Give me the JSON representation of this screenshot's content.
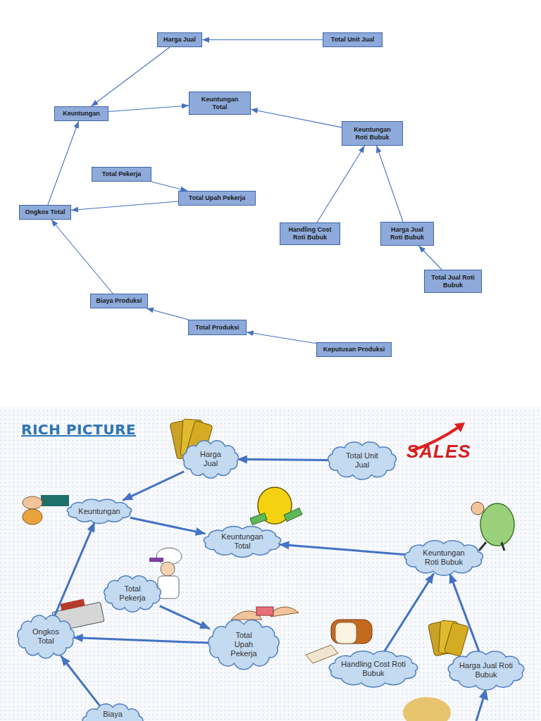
{
  "diagram": {
    "title": "RICH PICTURE",
    "nodes": [
      {
        "text": [
          "Harga Jual"
        ]
      },
      {
        "text": [
          "Total Unit Jual"
        ]
      },
      {
        "text": [
          "Keuntungan"
        ]
      },
      {
        "text": [
          "Keuntungan Total"
        ]
      },
      {
        "text": [
          "Keuntungan Roti Bubuk"
        ]
      },
      {
        "text": [
          "Total Pekerja"
        ]
      },
      {
        "text": [
          "Total Upah Pekerja"
        ]
      },
      {
        "text": [
          "Ongkos Total"
        ]
      },
      {
        "text": [
          "Handling Cost Roti Bubuk"
        ]
      },
      {
        "text": [
          "Harga Jual Roti Bubuk"
        ]
      },
      {
        "text": [
          "Total Jual Roti Bubuk"
        ]
      },
      {
        "text": [
          "Biaya Produksi"
        ]
      },
      {
        "text": [
          "Total Produksi"
        ]
      },
      {
        "text": [
          "Keputusan Produksi"
        ]
      },
      {
        "text": [
          "Harga Jual"
        ]
      },
      {
        "text": [
          "Total Unit Jual"
        ]
      },
      {
        "text": [
          "Keuntungan"
        ]
      },
      {
        "text": [
          "Keuntungan Total"
        ]
      },
      {
        "text": [
          "Keuntungan Roti Bubuk"
        ]
      },
      {
        "text": [
          "Total Pekerja"
        ]
      },
      {
        "text": [
          "Total Upah Pekerja"
        ]
      },
      {
        "text": [
          "Ongkos Total"
        ]
      },
      {
        "text": [
          "Handling Cost Roti Bubuk"
        ]
      },
      {
        "text": [
          "Harga Jual Roti Bubuk"
        ]
      },
      {
        "text": [
          "Biaya"
        ]
      }
    ],
    "edges": [
      {
        "from": 1,
        "to": 0,
        "arrow": "to"
      },
      {
        "from": 0,
        "to": 2,
        "arrow": "to"
      },
      {
        "from": 2,
        "to": 3,
        "arrow": "to"
      },
      {
        "from": 4,
        "to": 3,
        "arrow": "to"
      },
      {
        "from": 8,
        "to": 4,
        "arrow": "to"
      },
      {
        "from": 9,
        "to": 4,
        "arrow": "to"
      },
      {
        "from": 10,
        "to": 9,
        "arrow": "to"
      },
      {
        "from": 5,
        "to": 6,
        "arrow": "to"
      },
      {
        "from": 6,
        "to": 7,
        "arrow": "to"
      },
      {
        "from": 7,
        "to": 2,
        "arrow": "to"
      },
      {
        "from": 11,
        "to": 7,
        "arrow": "to"
      },
      {
        "from": 12,
        "to": 11,
        "arrow": "to"
      },
      {
        "from": 13,
        "to": 12,
        "arrow": "to"
      },
      {
        "from": 15,
        "to": 14,
        "arrow": "to"
      },
      {
        "from": 14,
        "to": 16,
        "arrow": "to"
      },
      {
        "from": 16,
        "to": 17,
        "arrow": "to"
      },
      {
        "from": 18,
        "to": 17,
        "arrow": "to"
      },
      {
        "from": 22,
        "to": 18,
        "arrow": "to"
      },
      {
        "from": 23,
        "to": 18,
        "arrow": "to"
      },
      {
        "from": 19,
        "to": 20,
        "arrow": "to"
      },
      {
        "from": 20,
        "to": 21,
        "arrow": "to"
      },
      {
        "from": 21,
        "to": 16,
        "arrow": "to"
      },
      {
        "from": 24,
        "to": 21,
        "arrow": "to"
      }
    ],
    "labels": [
      "SALES"
    ]
  }
}
